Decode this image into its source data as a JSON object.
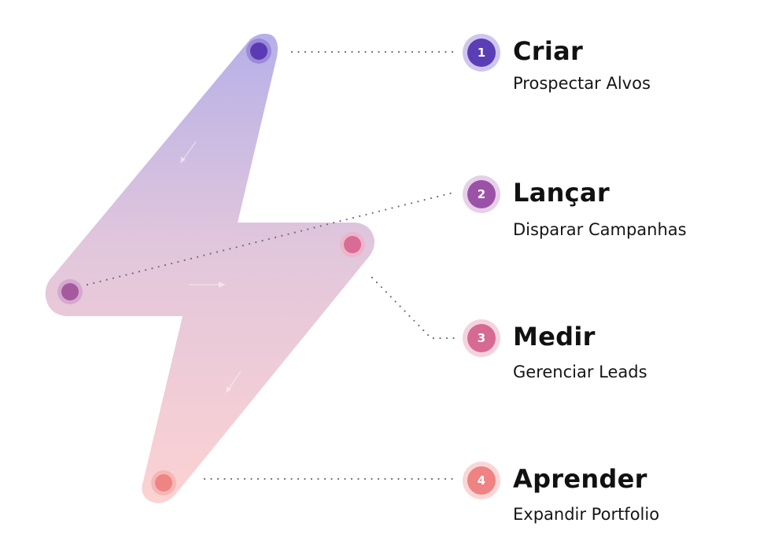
{
  "diagram": {
    "shape": "lightning-bolt",
    "gradient": {
      "top": "#b8b2e8",
      "middle": "#e3c6db",
      "bottom": "#fbd2d2"
    },
    "connector_color": "#6e6e6e",
    "flow_arrows": [
      "arrow-down-left",
      "arrow-right",
      "arrow-down-left"
    ]
  },
  "steps": [
    {
      "number": "1",
      "title": "Criar",
      "subtitle": "Prospectar Alvos",
      "color": "#5b3db5",
      "ring": "#cfc6ee"
    },
    {
      "number": "2",
      "title": "Lançar",
      "subtitle": "Disparar Campanhas",
      "color": "#9a52a6",
      "ring": "#e6d0e8"
    },
    {
      "number": "3",
      "title": "Medir",
      "subtitle": "Gerenciar Leads",
      "color": "#d66a92",
      "ring": "#f5d3de"
    },
    {
      "number": "4",
      "title": "Aprender",
      "subtitle": "Expandir Portfolio",
      "color": "#ef8282",
      "ring": "#fbd6d6"
    }
  ]
}
